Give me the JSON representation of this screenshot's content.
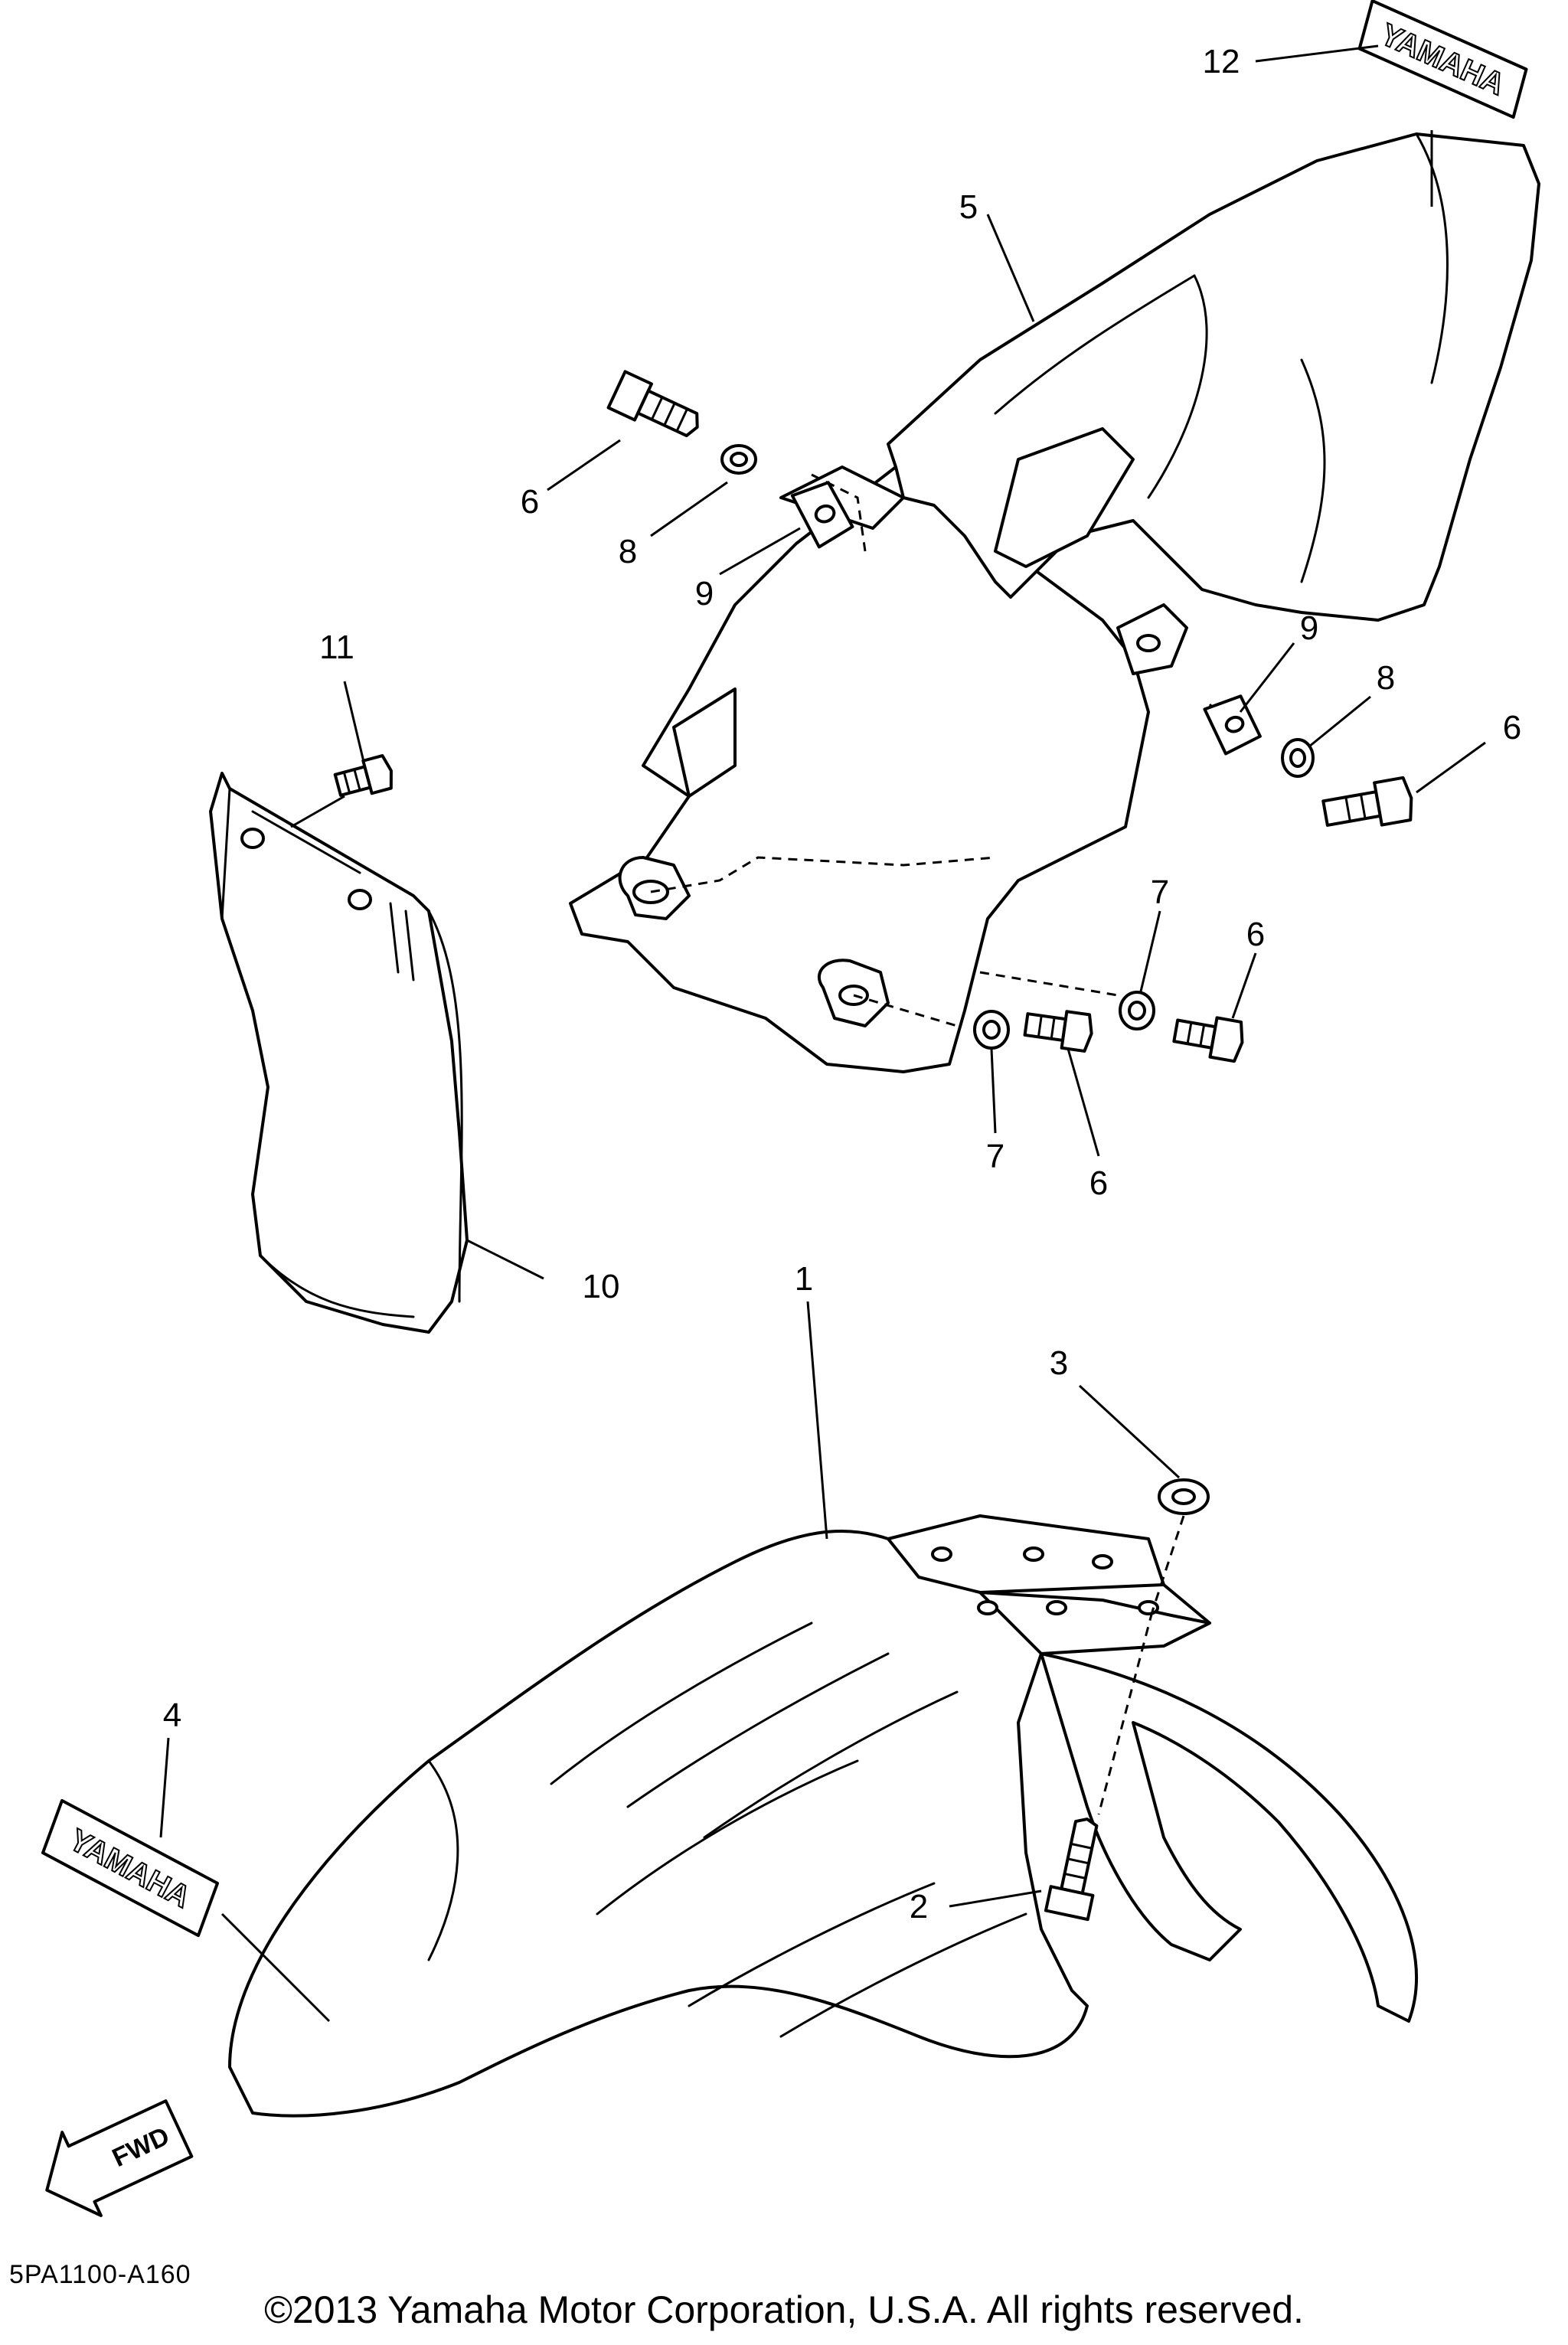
{
  "callouts": {
    "c1": "1",
    "c2": "2",
    "c3": "3",
    "c4": "4",
    "c5": "5",
    "c6a": "6",
    "c6b": "6",
    "c6c": "6",
    "c6d": "6",
    "c7a": "7",
    "c7b": "7",
    "c8a": "8",
    "c8b": "8",
    "c9a": "9",
    "c9b": "9",
    "c10": "10",
    "c11": "11",
    "c12": "12"
  },
  "decals": {
    "front_fender": "YAMAHA",
    "rear_fender": "YAMAHA"
  },
  "fwd_arrow": "FWD",
  "footer": {
    "diagram_code": "5PA1100-A160",
    "copyright": "©2013 Yamaha Motor Corporation, U.S.A. All rights reserved."
  }
}
